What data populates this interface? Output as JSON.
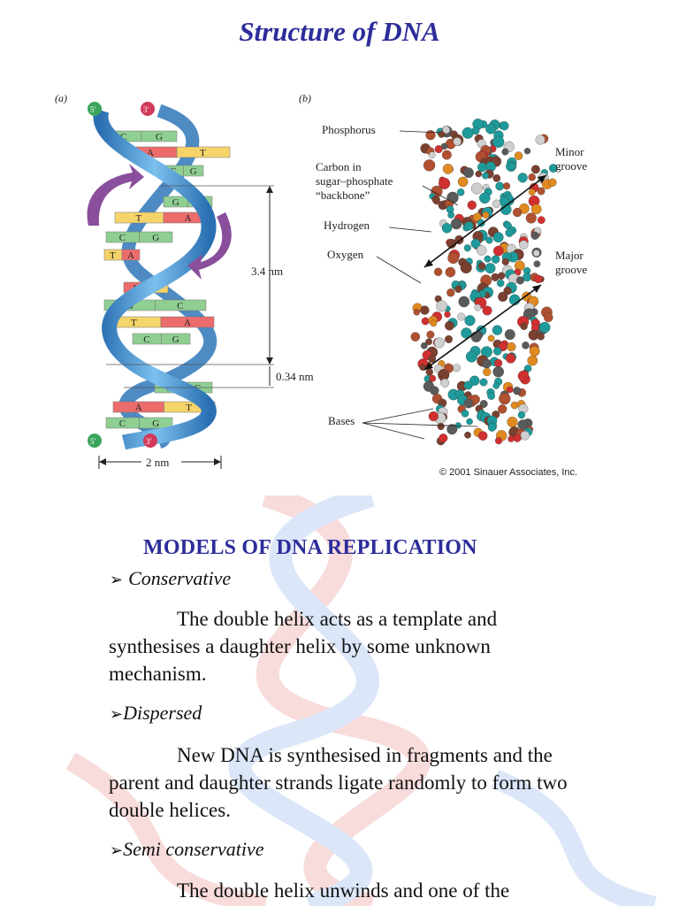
{
  "page": {
    "title": "Structure of DNA"
  },
  "figure": {
    "panel_a_label": "(a)",
    "panel_b_label": "(b)",
    "panel_a": {
      "strand_end_top_left": "5′",
      "strand_end_top_right": "3′",
      "strand_end_bottom_left": "5′",
      "strand_end_bottom_right": "3′",
      "dim_pitch": "3.4 nm",
      "dim_rise": "0.34 nm",
      "dim_width": "2 nm",
      "base_pairs": [
        [
          "C",
          "G"
        ],
        [
          "A",
          "T"
        ],
        [
          "C",
          "G"
        ],
        [
          "G",
          "C"
        ],
        [
          "T",
          "A"
        ],
        [
          "C",
          "G"
        ],
        [
          "T",
          "A"
        ],
        [
          "A",
          "T"
        ],
        [
          "G",
          "C"
        ],
        [
          "T",
          "A"
        ],
        [
          "C",
          "G"
        ],
        [
          "G",
          "C"
        ],
        [
          "A",
          "T"
        ],
        [
          "C",
          "G"
        ]
      ]
    },
    "panel_b": {
      "callouts": {
        "phosphorus": "Phosphorus",
        "carbon_line1": "Carbon in",
        "carbon_line2": "sugar–phosphate",
        "carbon_line3": "“backbone”",
        "hydrogen": "Hydrogen",
        "oxygen": "Oxygen",
        "bases": "Bases",
        "minor_groove_line1": "Minor",
        "minor_groove_line2": "groove",
        "major_groove_line1": "Major",
        "major_groove_line2": "groove"
      }
    },
    "copyright": "© 2001 Sinauer Associates, Inc."
  },
  "section": {
    "heading": "MODELS OF DNA REPLICATION",
    "models": [
      {
        "name": "Conservative",
        "text": "The double helix acts as a template and synthesises a daughter helix by some unknown mechanism."
      },
      {
        "name": "Dispersed",
        "text": "New DNA is synthesised in fragments and the parent and daughter strands ligate randomly to form two double helices."
      },
      {
        "name": "Semi conservative",
        "text": "The double helix unwinds and one of the"
      }
    ]
  },
  "colors": {
    "title": "#2c2c9a",
    "strand_blue": "#3d8fd0",
    "pair_yellow": "#f5d46a",
    "pair_green": "#8fcf92",
    "pair_red": "#ec6c6c",
    "pair_pink": "#f08fa8",
    "arrow_purple": "#8a4f9c",
    "end_green": "#3aa55a",
    "end_red": "#d13a5a"
  }
}
